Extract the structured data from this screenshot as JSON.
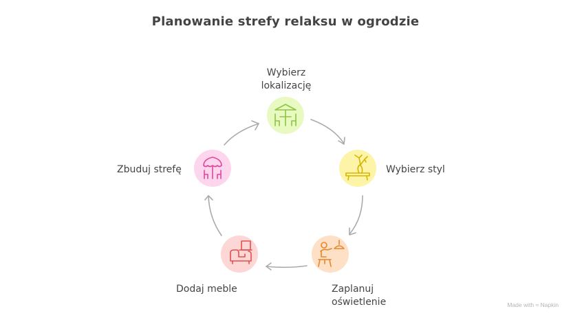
{
  "title": "Planowanie strefy relaksu w ogrodzie",
  "steps": [
    {
      "label_line1": "Wybierz",
      "label_line2": "lokalizację",
      "icon": "patio-umbrella-table-icon",
      "fill": "#e8f9c2",
      "stroke": "#8cc63f"
    },
    {
      "label_line1": "Wybierz styl",
      "label_line2": "",
      "icon": "bench-plant-icon",
      "fill": "#fdf4a8",
      "stroke": "#d6b400"
    },
    {
      "label_line1": "Zaplanuj",
      "label_line2": "oświetlenie",
      "icon": "person-hanging-lamp-icon",
      "fill": "#fde0c6",
      "stroke": "#e8862a"
    },
    {
      "label_line1": "Dodaj meble",
      "label_line2": "",
      "icon": "sofa-icon",
      "fill": "#fdd6d6",
      "stroke": "#e0504f"
    },
    {
      "label_line1": "Zbuduj strefę",
      "label_line2": "",
      "icon": "umbrella-chairs-icon",
      "fill": "#fdd5ec",
      "stroke": "#e0459c"
    }
  ],
  "arrow_color": "#aaaaaa",
  "footer": {
    "made_with": "Made with",
    "brand": "Napkin"
  }
}
